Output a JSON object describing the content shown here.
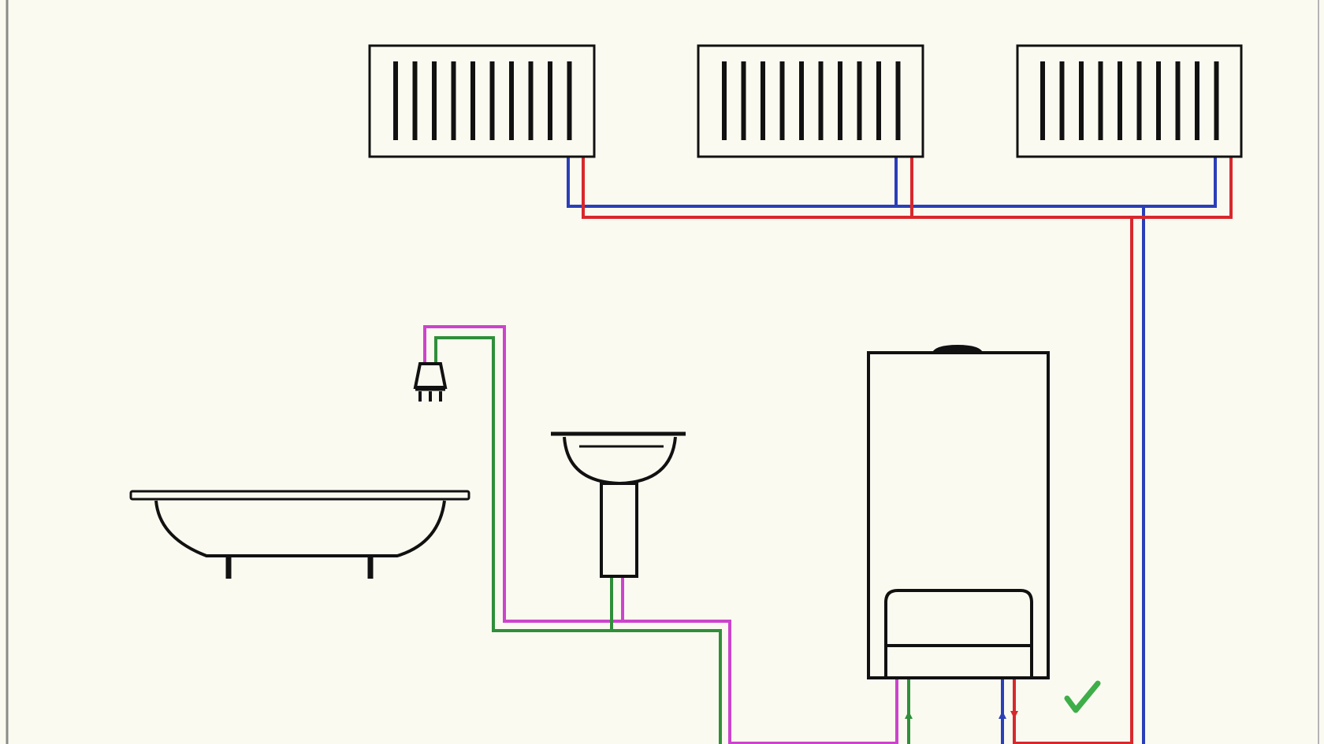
{
  "diagram": {
    "colors": {
      "background": "#fbfaf1",
      "frame": "#8a8a8a",
      "outline": "#111111",
      "heating_supply": "#d8282c",
      "heating_return": "#2a3fb8",
      "hot_water": "#cc44cc",
      "cold_water": "#2f8f3a",
      "check_mark": "#3fae49"
    },
    "radiators": [
      {
        "fins": 10
      },
      {
        "fins": 10
      },
      {
        "fins": 10
      }
    ],
    "fixtures": [
      "radiator-left",
      "radiator-middle",
      "radiator-right",
      "shower-head",
      "washbasin",
      "bathtub",
      "gas-boiler"
    ],
    "overlay_icon": "check-mark-icon"
  }
}
